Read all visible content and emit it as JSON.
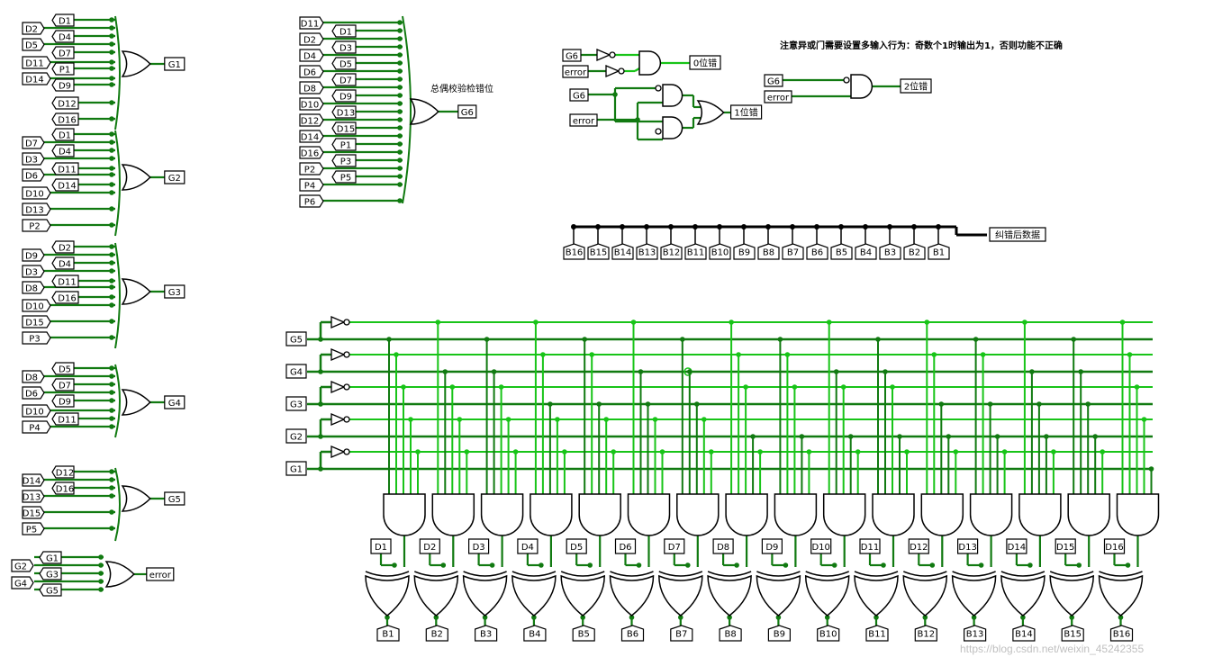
{
  "colors": {
    "wire_dark": "#117a11",
    "wire_light": "#18c418",
    "bus": "#000000",
    "gate_stroke": "#000000",
    "box_fill": "#ffffff"
  },
  "note": "注意异或门需要设置多输入行为：奇数个1时输出为1，否则功能不正确",
  "labels": {
    "g6_caption": "总偶校验检错位",
    "corrected_caption": "纠错后数据",
    "err0": "0位错",
    "err1": "1位错",
    "err2": "2位错",
    "watermark": "https://blog.csdn.net/weixin_45242355"
  },
  "check_groups": [
    {
      "left": [
        "D2",
        "D5"
      ],
      "right": [
        "D1",
        "D4",
        "D7",
        "P1",
        "D9"
      ],
      "left2": [
        "D11",
        "D14"
      ],
      "right2": [
        "D12",
        "D16"
      ],
      "out": "G1"
    },
    {
      "left": [
        "D7",
        "D3",
        "D6"
      ],
      "right": [
        "D1",
        "D4"
      ],
      "left2": [
        "D10",
        "D13",
        "P2"
      ],
      "right2": [
        "D11",
        "D14"
      ],
      "out": "G2"
    },
    {
      "left": [
        "D9",
        "D3",
        "D8"
      ],
      "right": [
        "D2",
        "D4"
      ],
      "left2": [
        "D10",
        "D15",
        "P3"
      ],
      "right2": [
        "D11",
        "D16"
      ],
      "out": "G3"
    },
    {
      "left": [
        "D8",
        "D6"
      ],
      "right": [
        "D5",
        "D7",
        "D9"
      ],
      "left2": [
        "D10",
        "P4"
      ],
      "right2": [
        "D11"
      ],
      "out": "G4"
    },
    {
      "left": [
        "D14",
        "D13",
        "D15",
        "P5"
      ],
      "right": [
        "D12",
        "D16"
      ],
      "left2": [],
      "right2": [],
      "out": "G5"
    }
  ],
  "error_group": {
    "left": [
      "G2",
      "G4"
    ],
    "right": [
      "G1",
      "G3",
      "G5"
    ],
    "out": "error"
  },
  "g6_group": {
    "left": [
      "D11",
      "D2",
      "D4",
      "D6",
      "D8",
      "D10",
      "D12",
      "D14",
      "D16",
      "P2",
      "P4",
      "P6"
    ],
    "right": [
      "D1",
      "D3",
      "D5",
      "D7",
      "D9",
      "D13",
      "D15",
      "P1",
      "P3",
      "P5"
    ],
    "out": "G6"
  },
  "error_logic": {
    "zero_inputs": [
      "G6",
      "error"
    ],
    "one_inputs": [
      "G6",
      "error"
    ],
    "two_inputs": [
      "G6",
      "error"
    ]
  },
  "bus_outputs": [
    "B16",
    "B15",
    "B14",
    "B13",
    "B12",
    "B11",
    "B10",
    "B9",
    "B8",
    "B7",
    "B6",
    "B5",
    "B4",
    "B3",
    "B2",
    "B1"
  ],
  "syndrome_inputs": [
    "G5",
    "G4",
    "G3",
    "G2",
    "G1"
  ],
  "data_inputs": [
    "D1",
    "D2",
    "D3",
    "D4",
    "D5",
    "D6",
    "D7",
    "D8",
    "D9",
    "D10",
    "D11",
    "D12",
    "D13",
    "D14",
    "D15",
    "D16"
  ],
  "data_outputs": [
    "B1",
    "B2",
    "B3",
    "B4",
    "B5",
    "B6",
    "B7",
    "B8",
    "B9",
    "B10",
    "B11",
    "B12",
    "B13",
    "B14",
    "B15",
    "B16"
  ]
}
